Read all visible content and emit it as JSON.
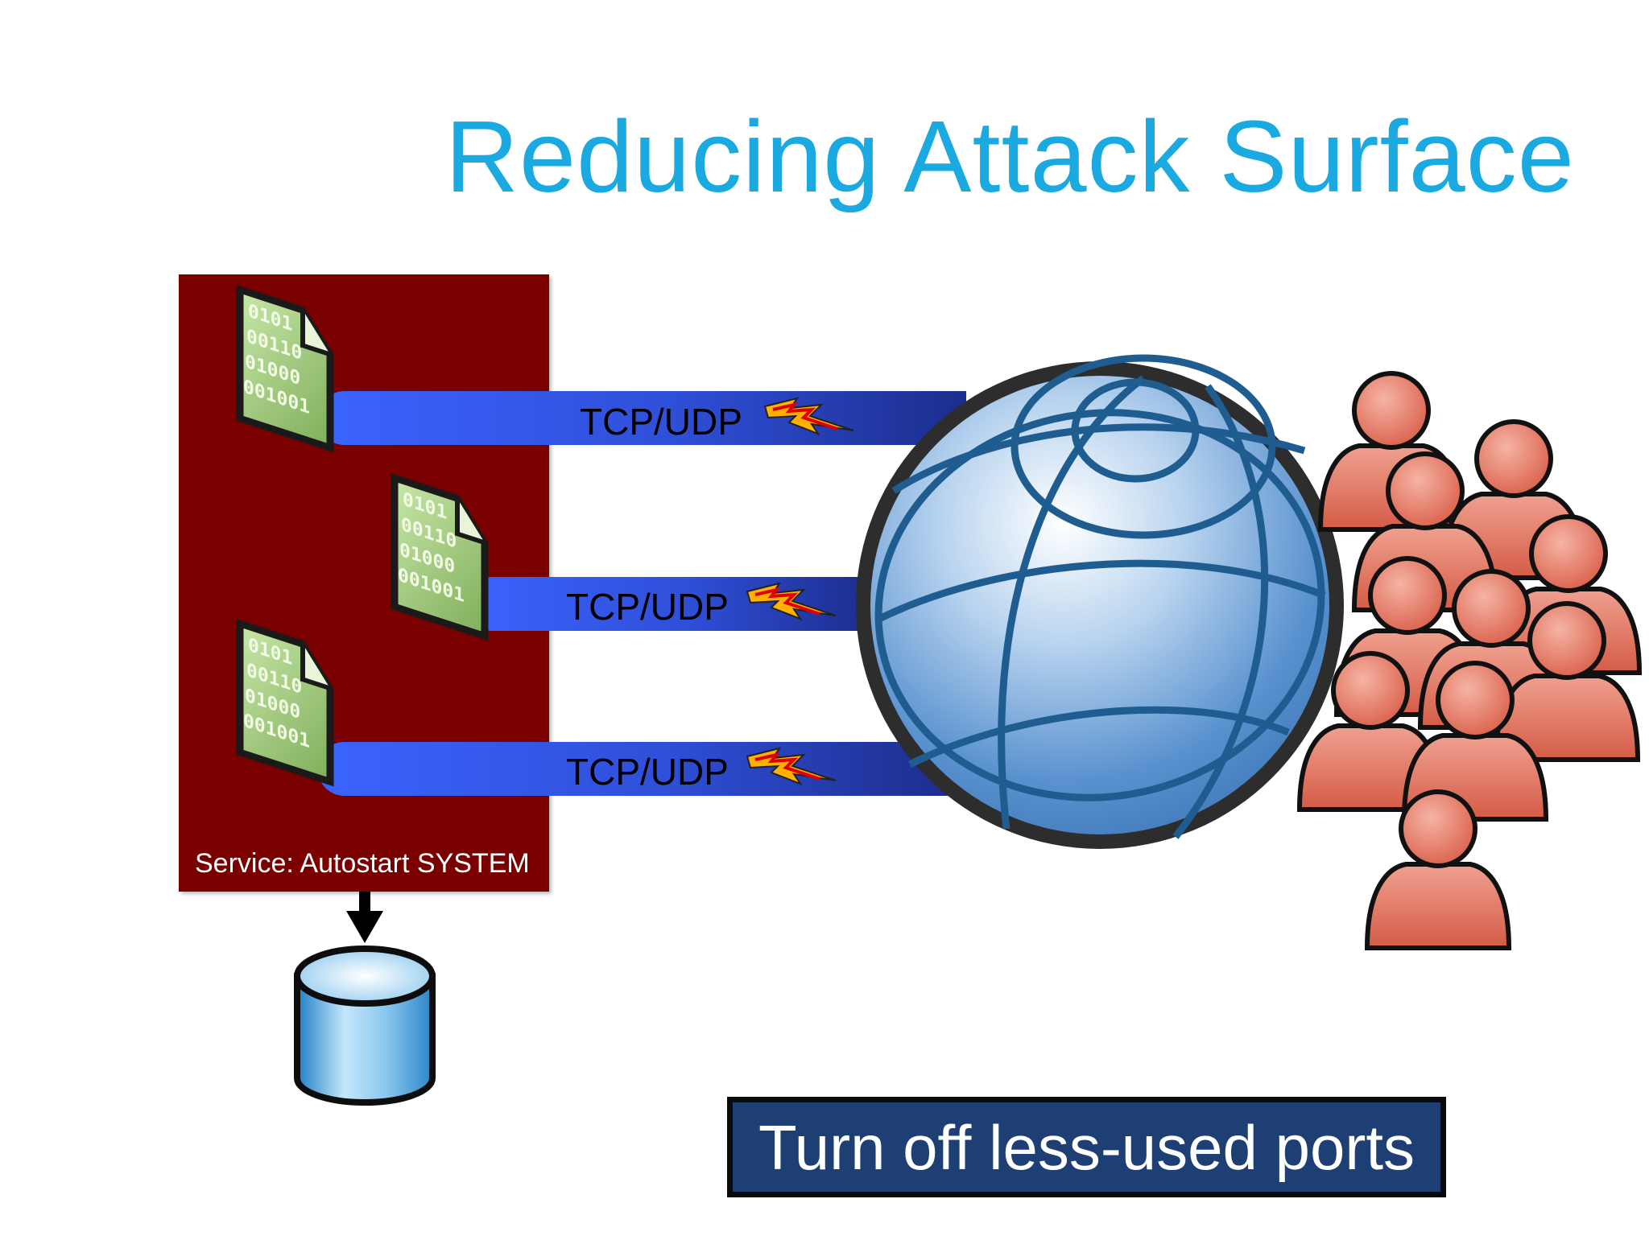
{
  "slide": {
    "title": "Reducing Attack Surface"
  },
  "service": {
    "label": "Service: Autostart SYSTEM",
    "files": [
      {
        "lines": [
          "0101",
          "00110",
          "01000",
          "001001"
        ]
      },
      {
        "lines": [
          "0101",
          "00110",
          "01000",
          "001001"
        ]
      },
      {
        "lines": [
          "0101",
          "00110",
          "01000",
          "001001"
        ]
      }
    ]
  },
  "connections": [
    {
      "label": "TCP/UDP"
    },
    {
      "label": "TCP/UDP"
    },
    {
      "label": "TCP/UDP"
    }
  ],
  "callout": {
    "text": "Turn off less-used ports"
  },
  "icons": [
    "binary-file-icon",
    "database-icon",
    "globe-icon",
    "lightning-icon",
    "user-icon"
  ],
  "colors": {
    "title": "#1aa9e0",
    "service_box": "#7a0000",
    "pipe": "#3a5ff0",
    "globe": "#4f8ccc",
    "people": "#e07060",
    "callout": "#1d3f74"
  }
}
